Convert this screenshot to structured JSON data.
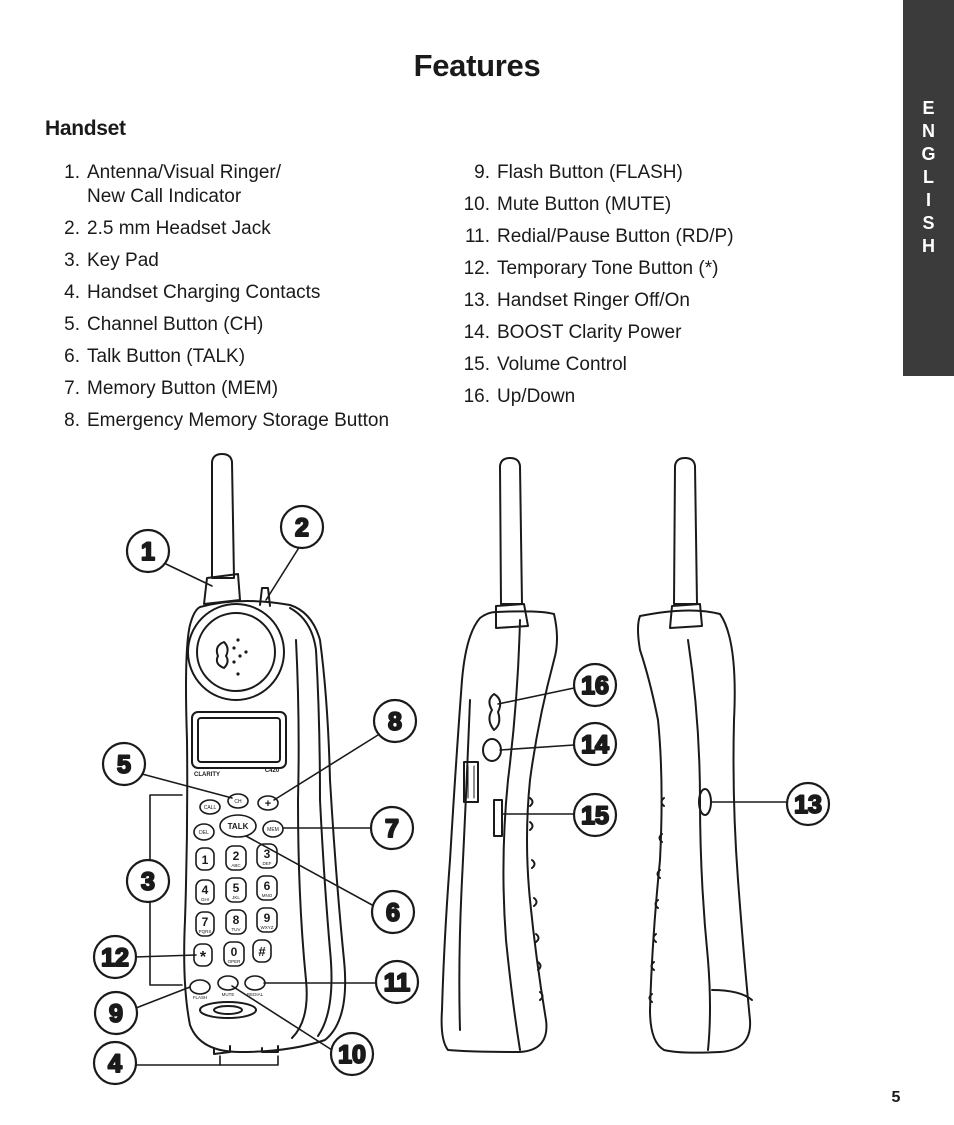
{
  "page": {
    "title": "Features",
    "section_heading": "Handset",
    "language_tab": [
      "E",
      "N",
      "G",
      "L",
      "I",
      "S",
      "H"
    ],
    "page_number": "5"
  },
  "features_left": [
    {
      "num": "1.",
      "lines": [
        "Antenna/Visual Ringer/",
        "New Call Indicator"
      ]
    },
    {
      "num": "2.",
      "lines": [
        "2.5 mm Headset Jack"
      ]
    },
    {
      "num": "3.",
      "lines": [
        "Key Pad"
      ]
    },
    {
      "num": "4.",
      "lines": [
        "Handset Charging Contacts"
      ]
    },
    {
      "num": "5.",
      "lines": [
        "Channel Button (CH)"
      ]
    },
    {
      "num": "6.",
      "lines": [
        "Talk Button (TALK)"
      ]
    },
    {
      "num": "7.",
      "lines": [
        "Memory Button (MEM)"
      ]
    },
    {
      "num": "8.",
      "lines": [
        "Emergency Memory Storage Button"
      ]
    }
  ],
  "features_right": [
    {
      "num": "9.",
      "lines": [
        "Flash Button (FLASH)"
      ]
    },
    {
      "num": "10.",
      "lines": [
        "Mute Button (MUTE)"
      ]
    },
    {
      "num": "11.",
      "lines": [
        "Redial/Pause Button (RD/P)"
      ]
    },
    {
      "num": "12.",
      "lines": [
        "Temporary Tone Button (*)"
      ]
    },
    {
      "num": "13.",
      "lines": [
        "Handset Ringer Off/On"
      ]
    },
    {
      "num": "14.",
      "lines": [
        "BOOST Clarity Power"
      ]
    },
    {
      "num": "15.",
      "lines": [
        "Volume Control"
      ]
    },
    {
      "num": "16.",
      "lines": [
        "Up/Down"
      ]
    }
  ],
  "diagram": {
    "brand_label": "CLARITY",
    "model_label": "C420",
    "callouts": [
      "1",
      "2",
      "3",
      "4",
      "5",
      "6",
      "7",
      "8",
      "9",
      "10",
      "11",
      "12",
      "13",
      "14",
      "15",
      "16"
    ],
    "keys": {
      "call": "CALL",
      "ch": "CH",
      "plus": "+",
      "del": "DEL",
      "talk": "TALK",
      "mem": "MEM",
      "k1": "1",
      "k2": "2",
      "k2_sub": "ABC",
      "k3": "3",
      "k3_sub": "DEF",
      "k4": "4",
      "k4_sub": "GHI",
      "k5": "5",
      "k5_sub": "JKL",
      "k6": "6",
      "k6_sub": "MNO",
      "k7": "7",
      "k7_sub": "PQRS",
      "k8": "8",
      "k8_sub": "TUV",
      "k9": "9",
      "k9_sub": "WXYZ",
      "star": "*",
      "k0": "0",
      "k0_sub": "OPER",
      "hash": "#",
      "flash": "FLASH",
      "mute": "MUTE",
      "redial": "REDIAL"
    }
  }
}
